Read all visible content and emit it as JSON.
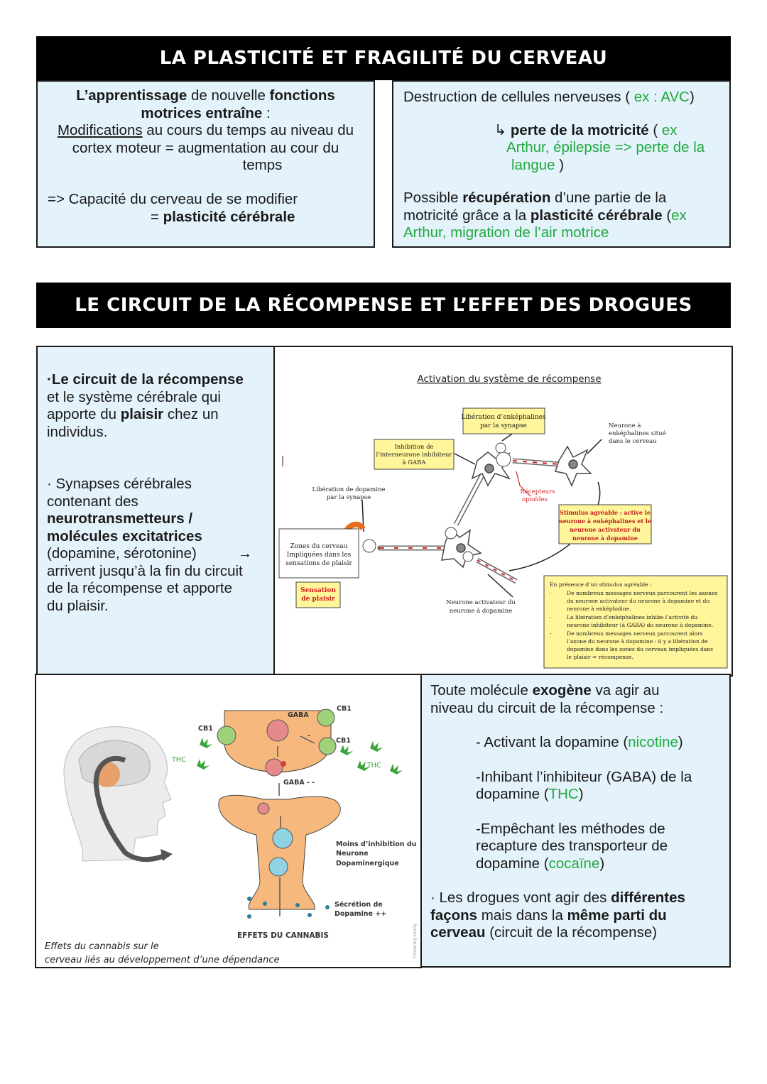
{
  "section1": {
    "title": "LA PLASTICITÉ ET FRAGILITÉ DU CERVEAU",
    "left": {
      "p1_a": "L’apprentissage",
      "p1_b": " de nouvelle ",
      "p1_c": "fonctions",
      "p1_d": "motrices entraîne",
      "p1_e": " :",
      "p2_a": "Modifications",
      "p2_b": " au cours du temps au niveau du",
      "p2_c": "cortex moteur = augmentation au cour du",
      "p2_d": "temps",
      "p3_a": "=> Capacité du cerveau de se modifier",
      "p3_b": "= ",
      "p3_c": "plasticité cérébrale"
    },
    "right": {
      "l1_a": "Destruction de cellules nerveuses ( ",
      "l1_b": "ex : AVC",
      "l1_c": ")",
      "arrow": "↳ ",
      "l2_a": "perte de la motricité",
      "l2_b": " ( ",
      "l2_c": "ex",
      "l3": "Arthur, épilepsie => perte de la",
      "l4_a": "langue",
      "l4_b": " )",
      "l5_a": "Possible ",
      "l5_b": "récupération",
      "l5_c": " d’une partie de la",
      "l6_a": "motricité grâce a la ",
      "l6_b": "plasticité cérébrale",
      "l6_c": " (",
      "l6_d": "ex",
      "l7": "Arthur, migration de l’air motrice"
    }
  },
  "section2": {
    "title": "LE CIRCUIT DE LA RÉCOMPENSE ET L’EFFET DES DROGUES",
    "left": {
      "p1_a": "·Le circuit de la récompense",
      "p1_b": "et le système cérébrale qui",
      "p1_c": "apporte du ",
      "p1_d": "plaisir",
      "p1_e": " chez un",
      "p1_f": "individus.",
      "p2_a": "· Synapses cérébrales",
      "p2_b": "contenant des",
      "p2_c": "neurotransmetteurs /",
      "p2_d": "molécules excitatrices",
      "p2_e": "(dopamine, sérotonine)",
      "p2_arrow": "→",
      "p2_f": " arrivent jusqu’à la fin du circuit",
      "p2_g": "de la récompense et apporte",
      "p2_h": "du plaisir."
    },
    "diagram": {
      "title": "Activation du système de récompense",
      "box_enk_1": "Libération d’enképhalines",
      "box_enk_2": "par la synapse",
      "box_inh_1": "Inhibition de",
      "box_inh_2": "l’interneurone inhibiteur",
      "box_inh_3": "à GABA",
      "neur_enk_1": "Neurone à",
      "neur_enk_2": "enképhalines situé",
      "neur_enk_3": "dans le cerveau",
      "lib_dop_1": "Libération de dopamine",
      "lib_dop_2": "par la synapse",
      "recept_1": "Récepteurs",
      "recept_2": "opioïdes",
      "stim_1": "Stimulus agréable : active le",
      "stim_2": "neurone à enképhalines et le",
      "stim_3": "neurone activateur du",
      "stim_4": "neurone à dopamine",
      "zones_1": "Zones du cerveau",
      "zones_2": "Impliquées dans les",
      "zones_3": "sensations de plaisir",
      "sens_1": "Sensation",
      "sens_2": "de plaisir",
      "act_1": "Neurone activateur du",
      "act_2": "neurone à dopamine",
      "note_title": "En présence d’un stimulus agréable :",
      "note_1a": "De nombreux messages nerveux parcourent les axones",
      "note_1b": "du neurone activateur du neurone à dopamine et du",
      "note_1c": "neurone à enképhaline.",
      "note_2a": "La libération d’enképhalines inhibe l’activité du",
      "note_2b": "neurone inhibiteur (à GABA) du neurone à dopamine.",
      "note_3a": "De nombreux messages nerveux parcourent alors",
      "note_3b": "l’axone du neurone à dopamine : il y a libération de",
      "note_3c": "dopamine dans les zones du cerveau impliquées dans",
      "note_3d": "le plaisir = récompense.",
      "dash": "-"
    },
    "cannabis": {
      "gaba": "GABA",
      "cb1_a": "CB1",
      "cb1_b": "CB1",
      "cb1_c": "CB1",
      "thc_a": "THC",
      "thc_b": "THC",
      "gaba_low": "GABA - -",
      "minus": "-",
      "moins_1": "Moins d’inhibition du",
      "moins_2": "Neurone",
      "moins_3": "Dopaminergique",
      "secr_1": "Sécrétion de",
      "secr_2": "Dopamine ++",
      "effets": "EFFETS DU CANNABIS",
      "caption_1": "Effets du cannabis sur le",
      "caption_2": "cerveau liés au développement d’une dépendance",
      "credit": "©Inserm/J.Hardy"
    },
    "right": {
      "p1_a": "Toute molécule ",
      "p1_b": "exogène",
      "p1_c": " va agir au",
      "p1_d": "niveau du circuit de la récompense :",
      "i1_a": "- Activant la dopamine (",
      "i1_b": "nicotine",
      "i1_c": ")",
      "i2_a": "-Inhibant l’inhibiteur (GABA) de la",
      "i2_b": " dopamine (",
      "i2_c": "THC",
      "i2_d": ")",
      "i3_a": "-Empêchant les méthodes de",
      "i3_b": "recapture des transporteur de",
      "i3_c": "dopamine (",
      "i3_d": "cocaïne",
      "i3_e": ")",
      "p2_a": "· Les drogues vont agir des ",
      "p2_b": "différentes",
      "p2_c": "façons",
      "p2_d": " mais dans la ",
      "p2_e": "même parti du",
      "p2_f": "cerveau",
      "p2_g": " (circuit de la récompense)"
    }
  },
  "colors": {
    "panel": "#e4f2fb",
    "green": "#1faa3c",
    "yellow_box": "#fff59a",
    "synapse_orange": "#f7b87e",
    "red": "#d42020"
  }
}
